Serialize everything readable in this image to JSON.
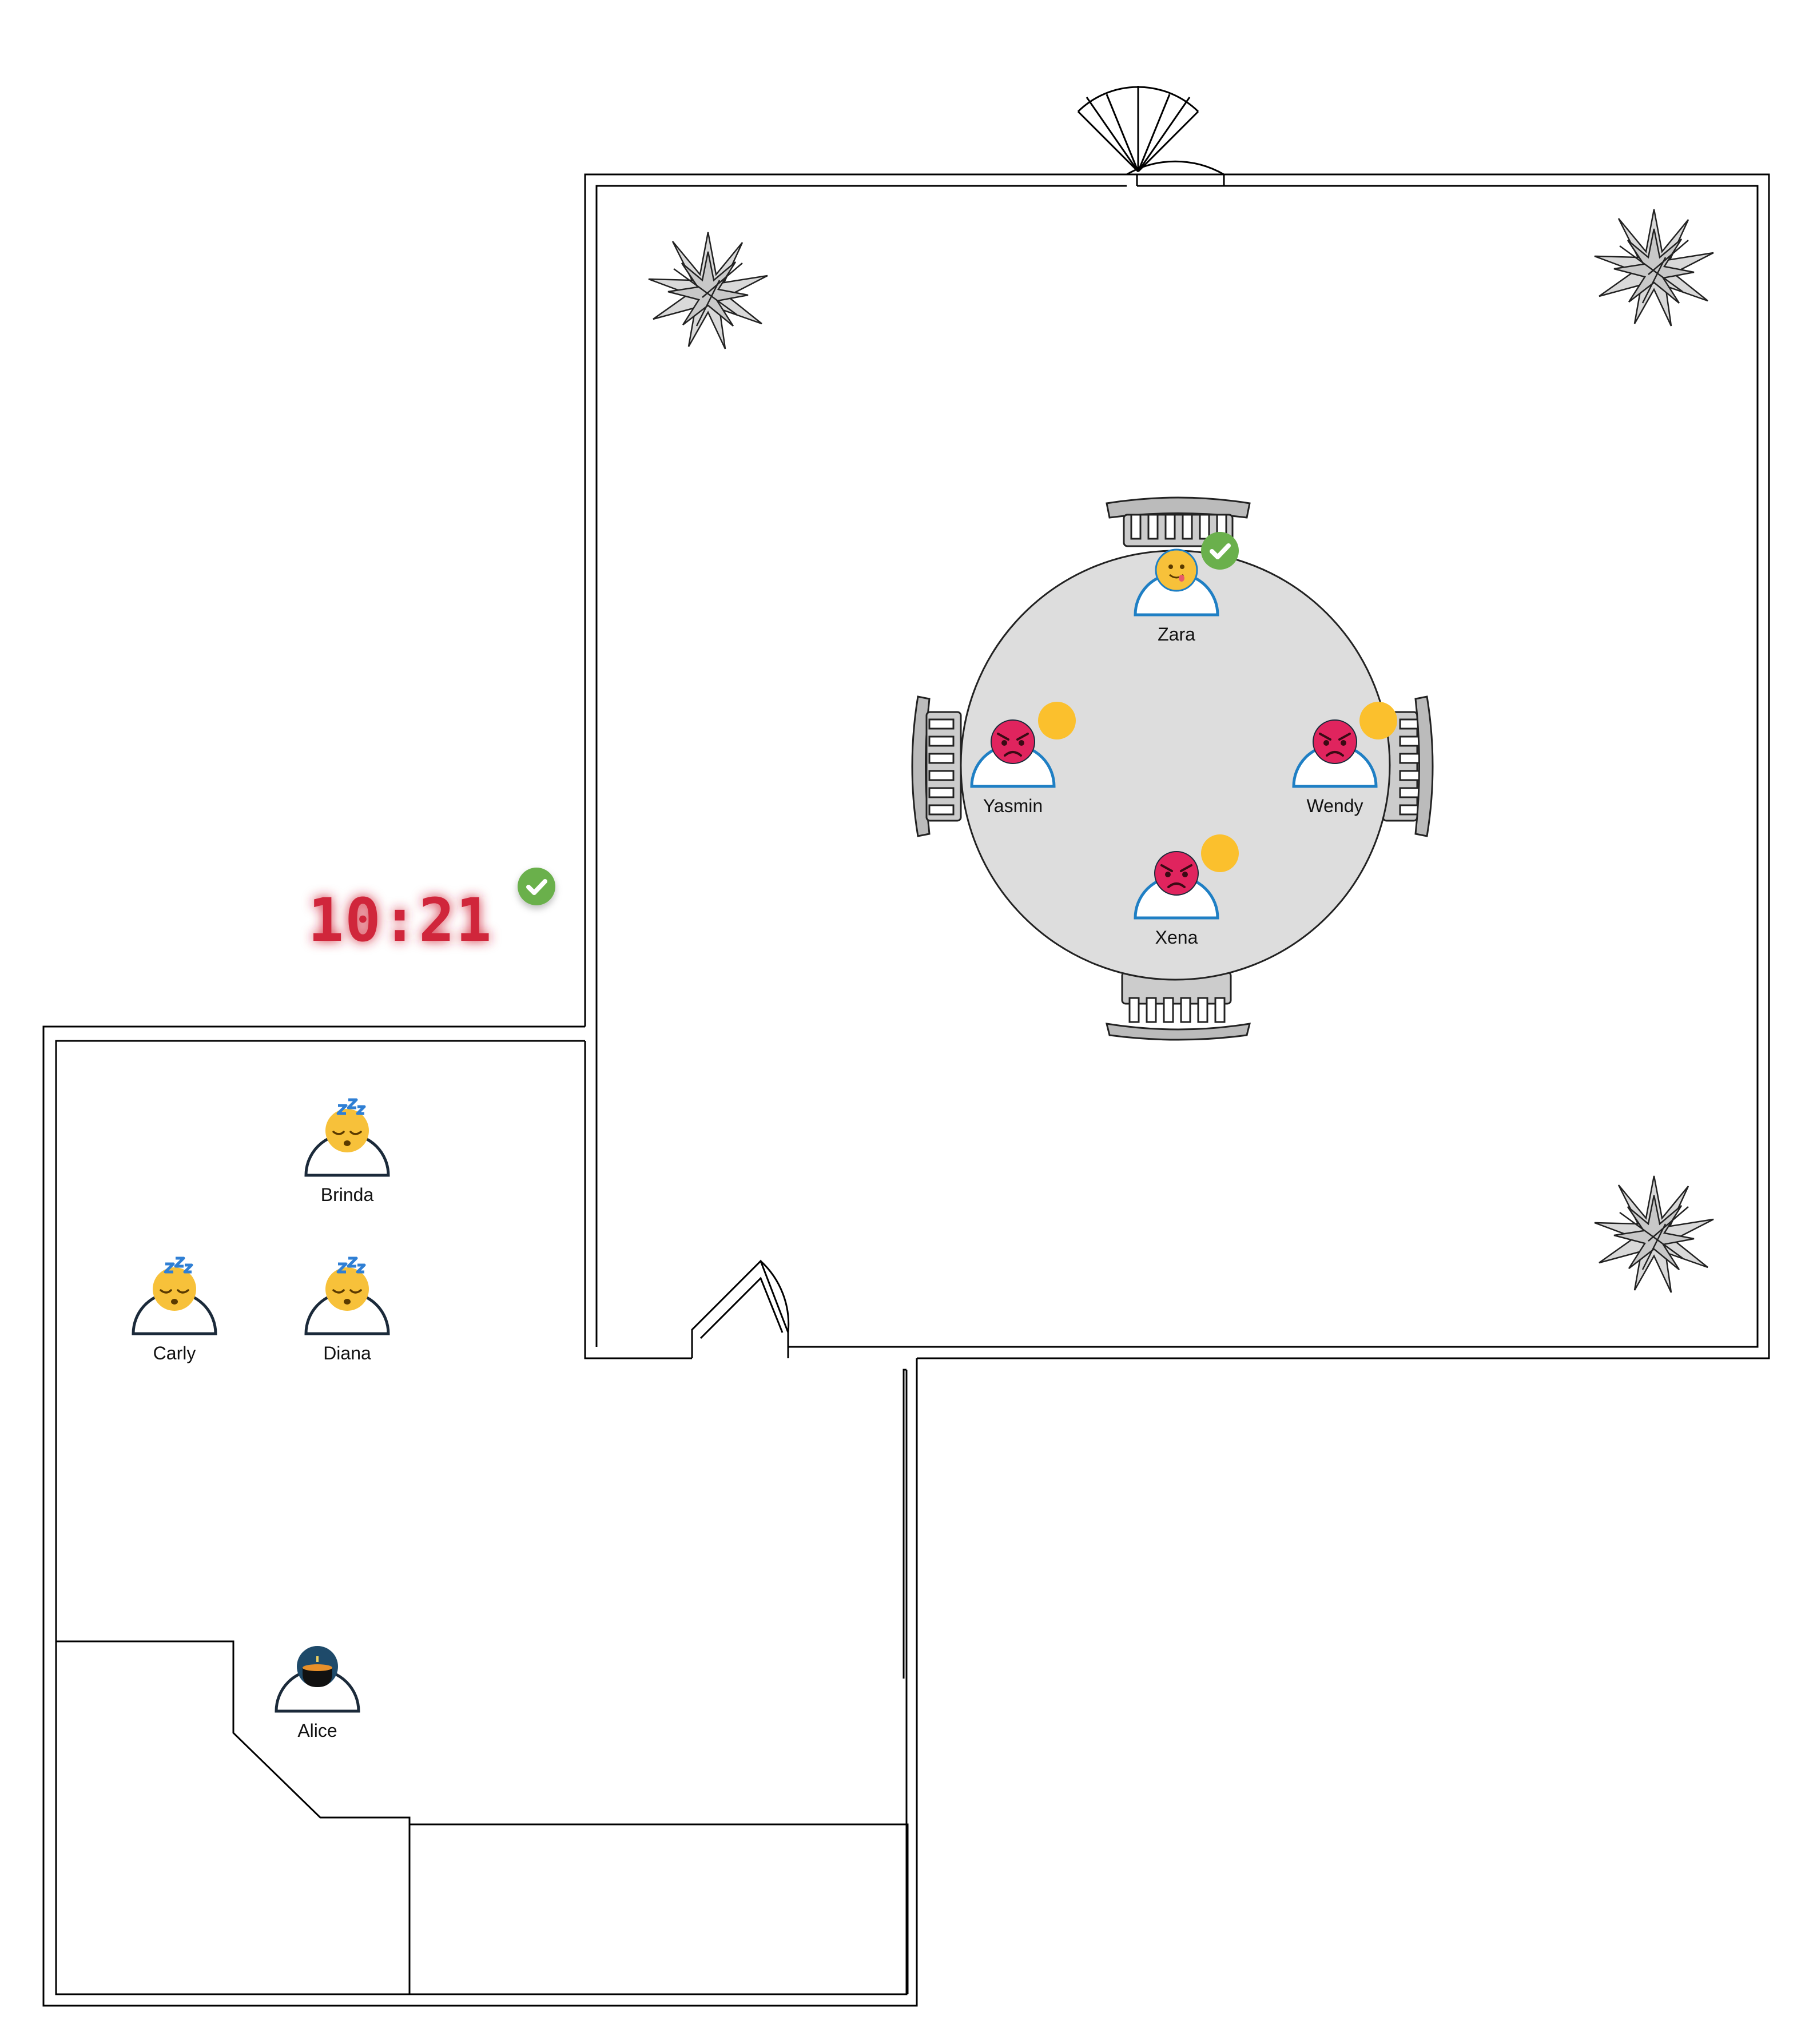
{
  "clock": {
    "time": "10:21",
    "color": "#d0283a"
  },
  "colors": {
    "wall": "#000000",
    "table": "#dddddd",
    "chair": "#bbbbbb",
    "guest_body": "#1f7fc4",
    "resident_body": "#1b2a3a",
    "angry_face": "#e0245e",
    "happy_face": "#f7c13a",
    "status_dot": "#fbc02d",
    "check_badge": "#6ab04c"
  },
  "people": [
    {
      "id": "zara",
      "name": "Zara",
      "face": "happy",
      "badge": "check"
    },
    {
      "id": "yasmin",
      "name": "Yasmin",
      "face": "angry",
      "badge": "dot"
    },
    {
      "id": "wendy",
      "name": "Wendy",
      "face": "angry",
      "badge": "dot"
    },
    {
      "id": "xena",
      "name": "Xena",
      "face": "angry",
      "badge": "dot"
    },
    {
      "id": "brinda",
      "name": "Brinda",
      "face": "sleeping",
      "badge": "none"
    },
    {
      "id": "carly",
      "name": "Carly",
      "face": "sleeping",
      "badge": "none"
    },
    {
      "id": "diana",
      "name": "Diana",
      "face": "sleeping",
      "badge": "none"
    },
    {
      "id": "alice",
      "name": "Alice",
      "face": "cooking",
      "badge": "none"
    }
  ],
  "icons": {
    "plant": "potted-plant-icon",
    "door": "door-swing-icon",
    "check": "check-circle-icon",
    "table": "round-table-icon",
    "chair": "chair-icon"
  }
}
